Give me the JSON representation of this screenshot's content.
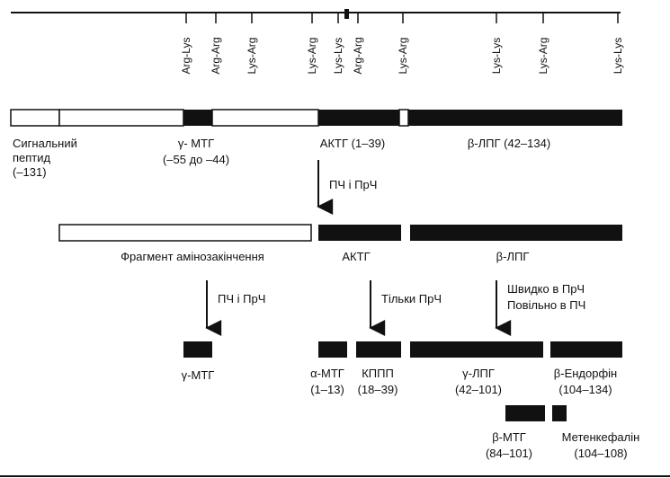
{
  "colors": {
    "black": "#111111",
    "white": "#ffffff"
  },
  "cleavage_sites": [
    "Arg-Lys",
    "Arg-Arg",
    "Lys-Arg",
    "Lys-Arg",
    "Lys-Lys",
    "Arg-Arg",
    "Lys-Arg",
    "Lys-Lys",
    "Lys-Arg",
    "Lys-Lys"
  ],
  "precursor": {
    "signal": [
      "Сигнальний",
      "пептид",
      "(–131)"
    ],
    "gamma_msh": [
      "γ- МТГ",
      "(–55 до –44)"
    ],
    "acth": "АКТГ (1–39)",
    "beta_lph": "β-ЛПГ (42–134)"
  },
  "step1": {
    "enzymes": "ПЧ і ПрЧ"
  },
  "intermediate": {
    "n_fragment": "Фрагмент амінозакінчення",
    "acth": "АКТГ",
    "beta_lph": "β-ЛПГ"
  },
  "step2": {
    "left": "ПЧ і ПрЧ",
    "middle": "Тільки ПрЧ",
    "right": [
      "Швидко в ПрЧ",
      "Повільно в ПЧ"
    ]
  },
  "products": {
    "gamma_msh": "γ-МТГ",
    "alpha_msh": [
      "α-МТГ",
      "(1–13)"
    ],
    "clip": [
      "КППП",
      "(18–39)"
    ],
    "gamma_lph": [
      "γ-ЛПГ",
      "(42–101)"
    ],
    "beta_endorphin": [
      "β-Ендорфін",
      "(104–134)"
    ],
    "beta_msh": [
      "β-МТГ",
      "(84–101)"
    ],
    "met_enkephalin": [
      "Метенкефалін",
      "(104–108)"
    ]
  }
}
